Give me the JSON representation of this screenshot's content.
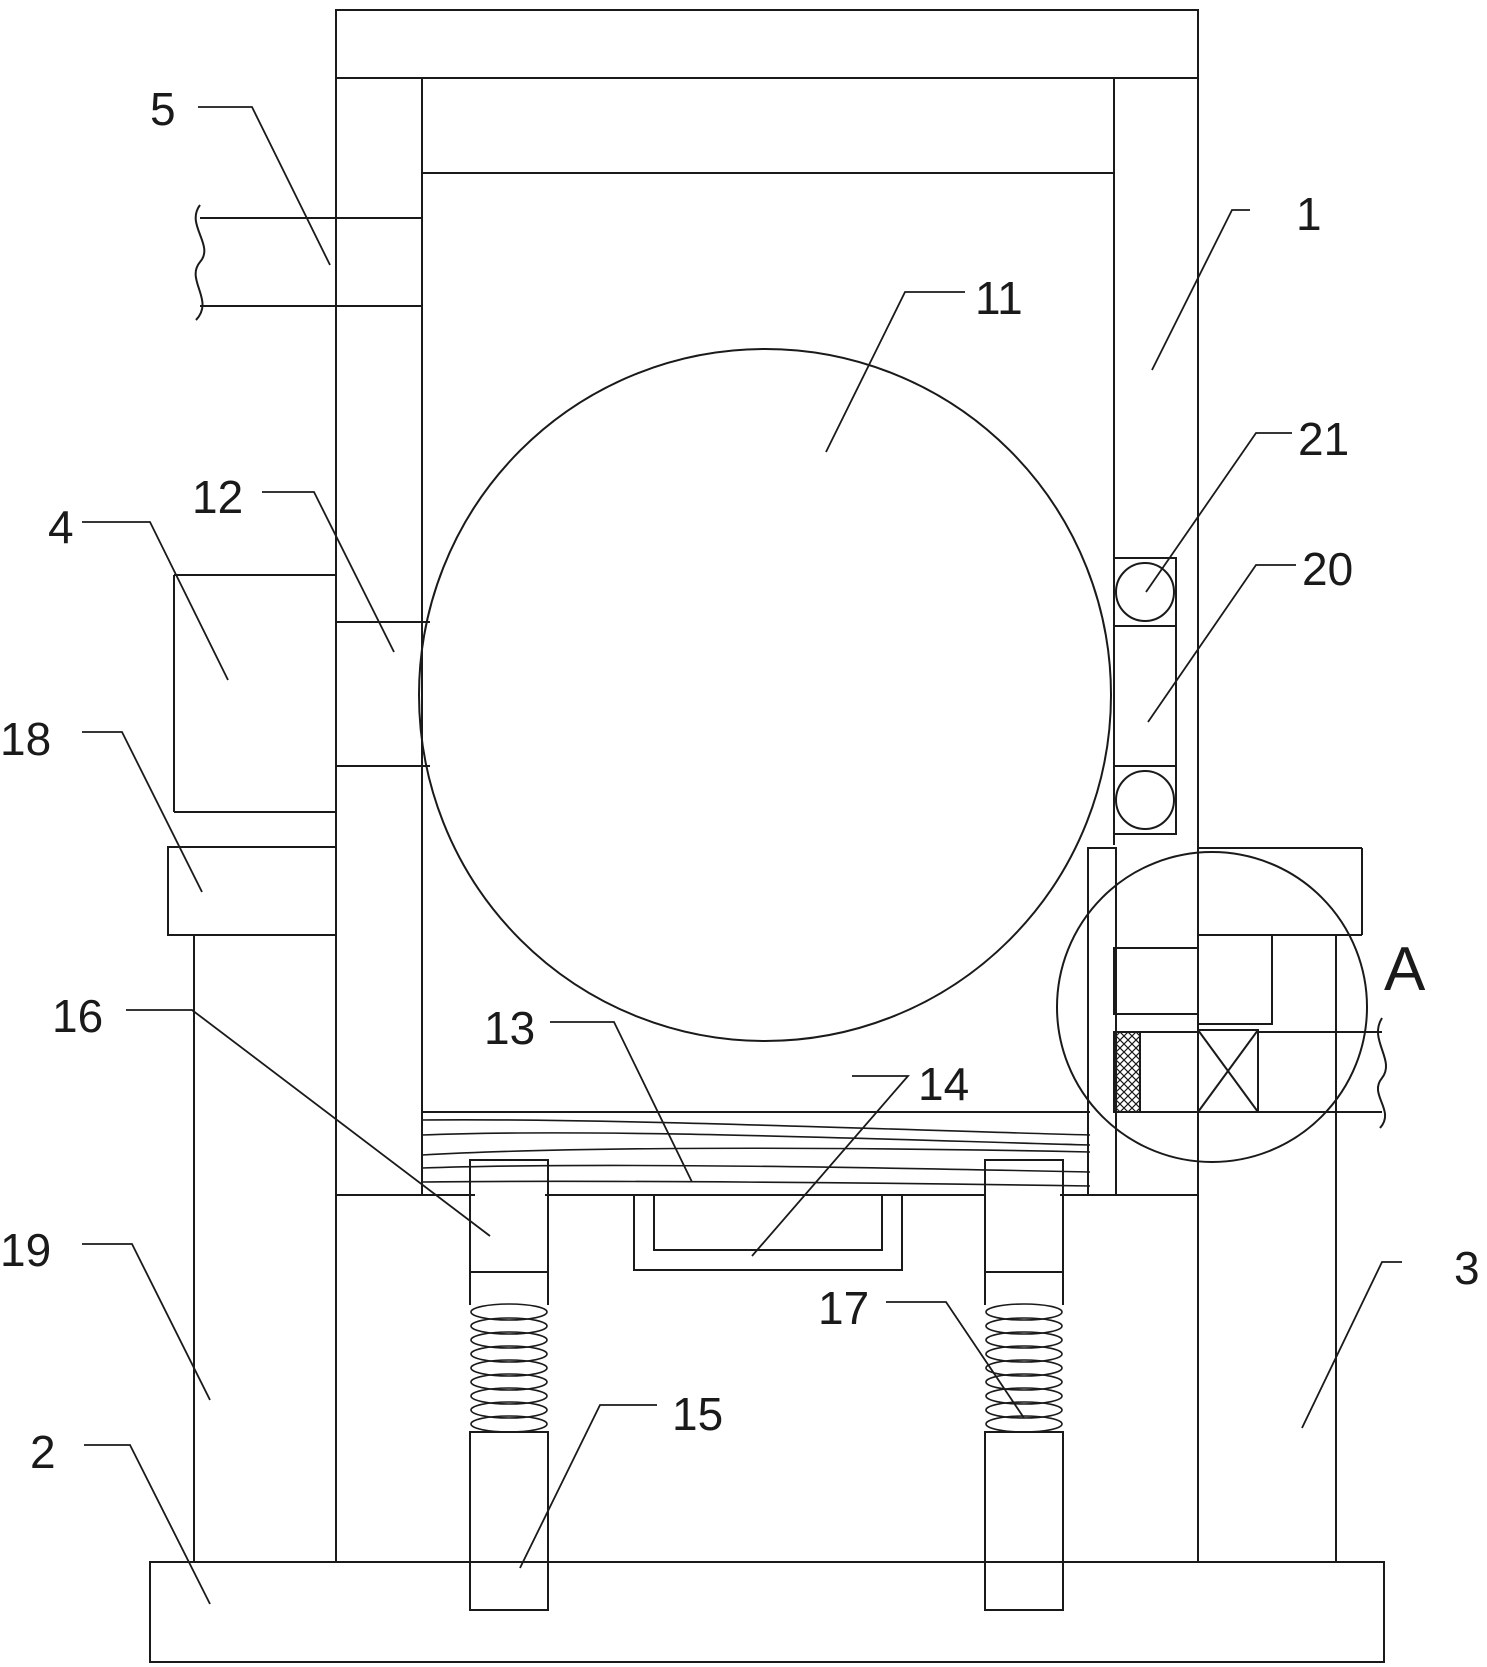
{
  "labels": {
    "l1": "1",
    "l2": "2",
    "l3": "3",
    "l4": "4",
    "l5": "5",
    "l11": "11",
    "l12": "12",
    "l13": "13",
    "l14": "14",
    "l15": "15",
    "l16": "16",
    "l17": "17",
    "l18": "18",
    "l19": "19",
    "l20": "20",
    "l21": "21",
    "detail": "A"
  },
  "colors": {
    "line": "#1a1a1a",
    "background": "#ffffff"
  }
}
